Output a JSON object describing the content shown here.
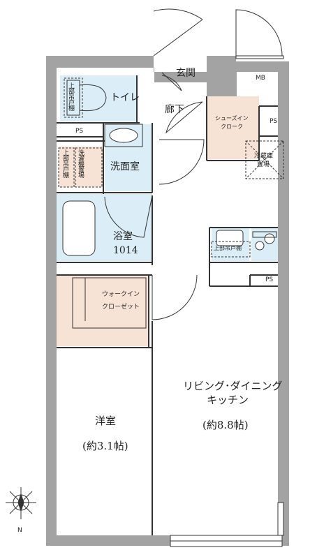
{
  "rooms": {
    "entrance": "玄関",
    "hallway": "廊下",
    "mb": "MB",
    "toilet": "トイレ",
    "toilet_cabinet": "上部吊戸棚",
    "ps_left": "PS",
    "ps_right_top": "PS",
    "ps_kitchen": "PS",
    "shoe_closet_line1": "シューズイン",
    "shoe_closet_line2": "クローク",
    "fridge_line1": "冷蔵庫",
    "fridge_line2": "置場",
    "washroom": "洗面室",
    "washer_space": "洗濯機置場",
    "washroom_cabinet": "上部吊戸棚",
    "bathroom": "浴室",
    "bathroom_size": "1014",
    "kitchen_cabinet": "上部吊戸棚",
    "walkin_line1": "ウォークイン",
    "walkin_line2": "クローゼット",
    "western_room": "洋室",
    "western_size": "(約3.1帖)",
    "ldk_line1": "リビング･ダイニング",
    "ldk_line2": "キッチン",
    "ldk_size": "(約8.8帖)"
  },
  "compass": {
    "north": "N"
  },
  "colors": {
    "wall": "#a3a3a3",
    "wet_area": "#dbeef7",
    "storage": "#f7e3d6",
    "line": "#333333"
  }
}
